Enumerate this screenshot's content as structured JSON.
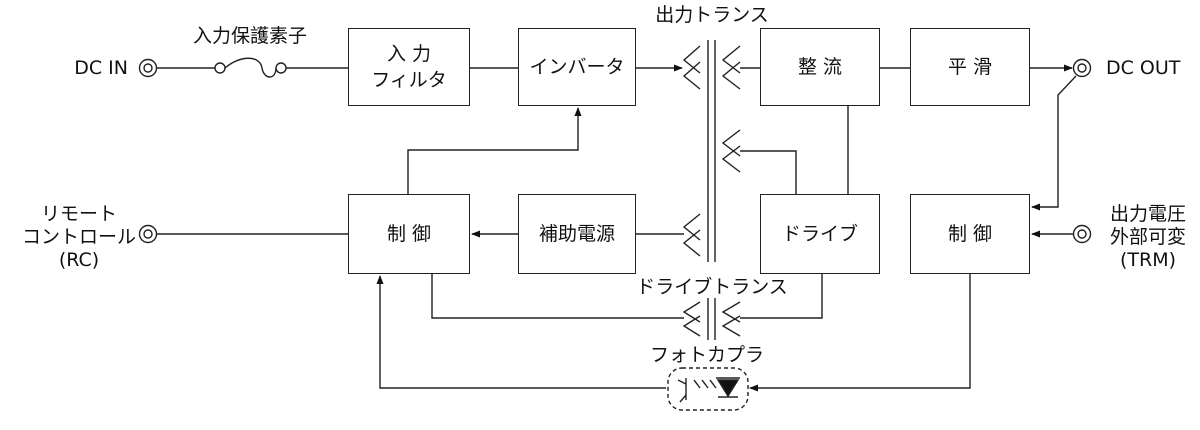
{
  "inputs": {
    "dc_in": "DC IN",
    "remote_line1": "リモート",
    "remote_line2": "コントロール",
    "remote_line3": "(RC)"
  },
  "outputs": {
    "dc_out": "DC OUT",
    "trm_line1": "出力電圧",
    "trm_line2": "外部可変",
    "trm_line3": "(TRM)"
  },
  "labels": {
    "protection": "入力保護素子",
    "output_transformer": "出力トランス",
    "drive_transformer": "ドライブトランス",
    "photocoupler": "フォトカプラ"
  },
  "blocks": {
    "input_filter_line1": "入 力",
    "input_filter_line2": "フィルタ",
    "inverter": "インバータ",
    "rectifier": "整 流",
    "smoothing": "平 滑",
    "control_left": "制 御",
    "aux_power": "補助電源",
    "drive": "ドライブ",
    "control_right": "制 御"
  }
}
